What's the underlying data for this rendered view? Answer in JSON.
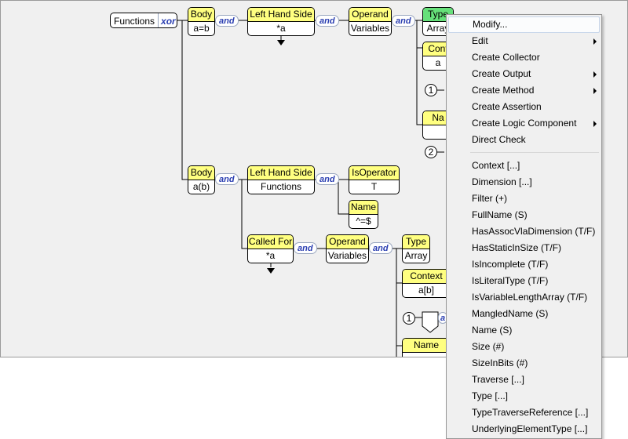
{
  "colors": {
    "node_header": "#ffff80",
    "node_header_selected": "#66e07a",
    "operator_text": "#2a3eb1",
    "canvas_bg": "#f0f0f0",
    "menu_bg": "#f0f0f0"
  },
  "diagram": {
    "functions": {
      "label": "Functions",
      "op": "xor"
    },
    "body1": {
      "title": "Body",
      "value": "a=b",
      "op": "and"
    },
    "lhs1": {
      "title": "Left Hand Side",
      "value": "*a",
      "op": "and"
    },
    "operand1": {
      "title": "Operand",
      "value": "Variables",
      "op": "and"
    },
    "type1": {
      "title": "Type",
      "value": "Array"
    },
    "context1": {
      "title": "Cont",
      "value": "a"
    },
    "name1": {
      "title": "Na"
    },
    "marker1": "1",
    "marker2": "2",
    "body2": {
      "title": "Body",
      "value": "a(b)",
      "op": "and"
    },
    "lhs2": {
      "title": "Left Hand Side",
      "value": "Functions",
      "op": "and"
    },
    "isop": {
      "title": "IsOperator",
      "value": "T"
    },
    "name2": {
      "title": "Name",
      "value": "^=$"
    },
    "calledfor": {
      "title": "Called For",
      "value": "*a",
      "op": "and"
    },
    "operand2": {
      "title": "Operand",
      "value": "Variables",
      "op": "and"
    },
    "type2": {
      "title": "Type",
      "value": "Array"
    },
    "context2": {
      "title": "Context",
      "value": "a[b]",
      "op": "a"
    },
    "marker3": "1",
    "name3": {
      "title": "Name"
    }
  },
  "cursor_icon": "arrow-cursor-icon",
  "menu": {
    "group1": [
      {
        "label": "Modify...",
        "submenu": false
      },
      {
        "label": "Edit",
        "submenu": true
      },
      {
        "label": "Create Collector",
        "submenu": false
      },
      {
        "label": "Create Output",
        "submenu": true
      },
      {
        "label": "Create Method",
        "submenu": true
      },
      {
        "label": "Create Assertion",
        "submenu": false
      },
      {
        "label": "Create Logic Component",
        "submenu": true
      },
      {
        "label": "Direct Check",
        "submenu": false
      }
    ],
    "group2": [
      "Context [...]",
      "Dimension [...]",
      "Filter (+)",
      "FullName (S)",
      "HasAssocVlaDimension (T/F)",
      "HasStaticInSize (T/F)",
      "IsIncomplete (T/F)",
      "IsLiteralType (T/F)",
      "IsVariableLengthArray (T/F)",
      "MangledName (S)",
      "Name (S)",
      "Size (#)",
      "SizeInBits (#)",
      "Traverse [...]",
      "Type [...]",
      "TypeTraverseReference [...]",
      "UnderlyingElementType [...]"
    ]
  }
}
